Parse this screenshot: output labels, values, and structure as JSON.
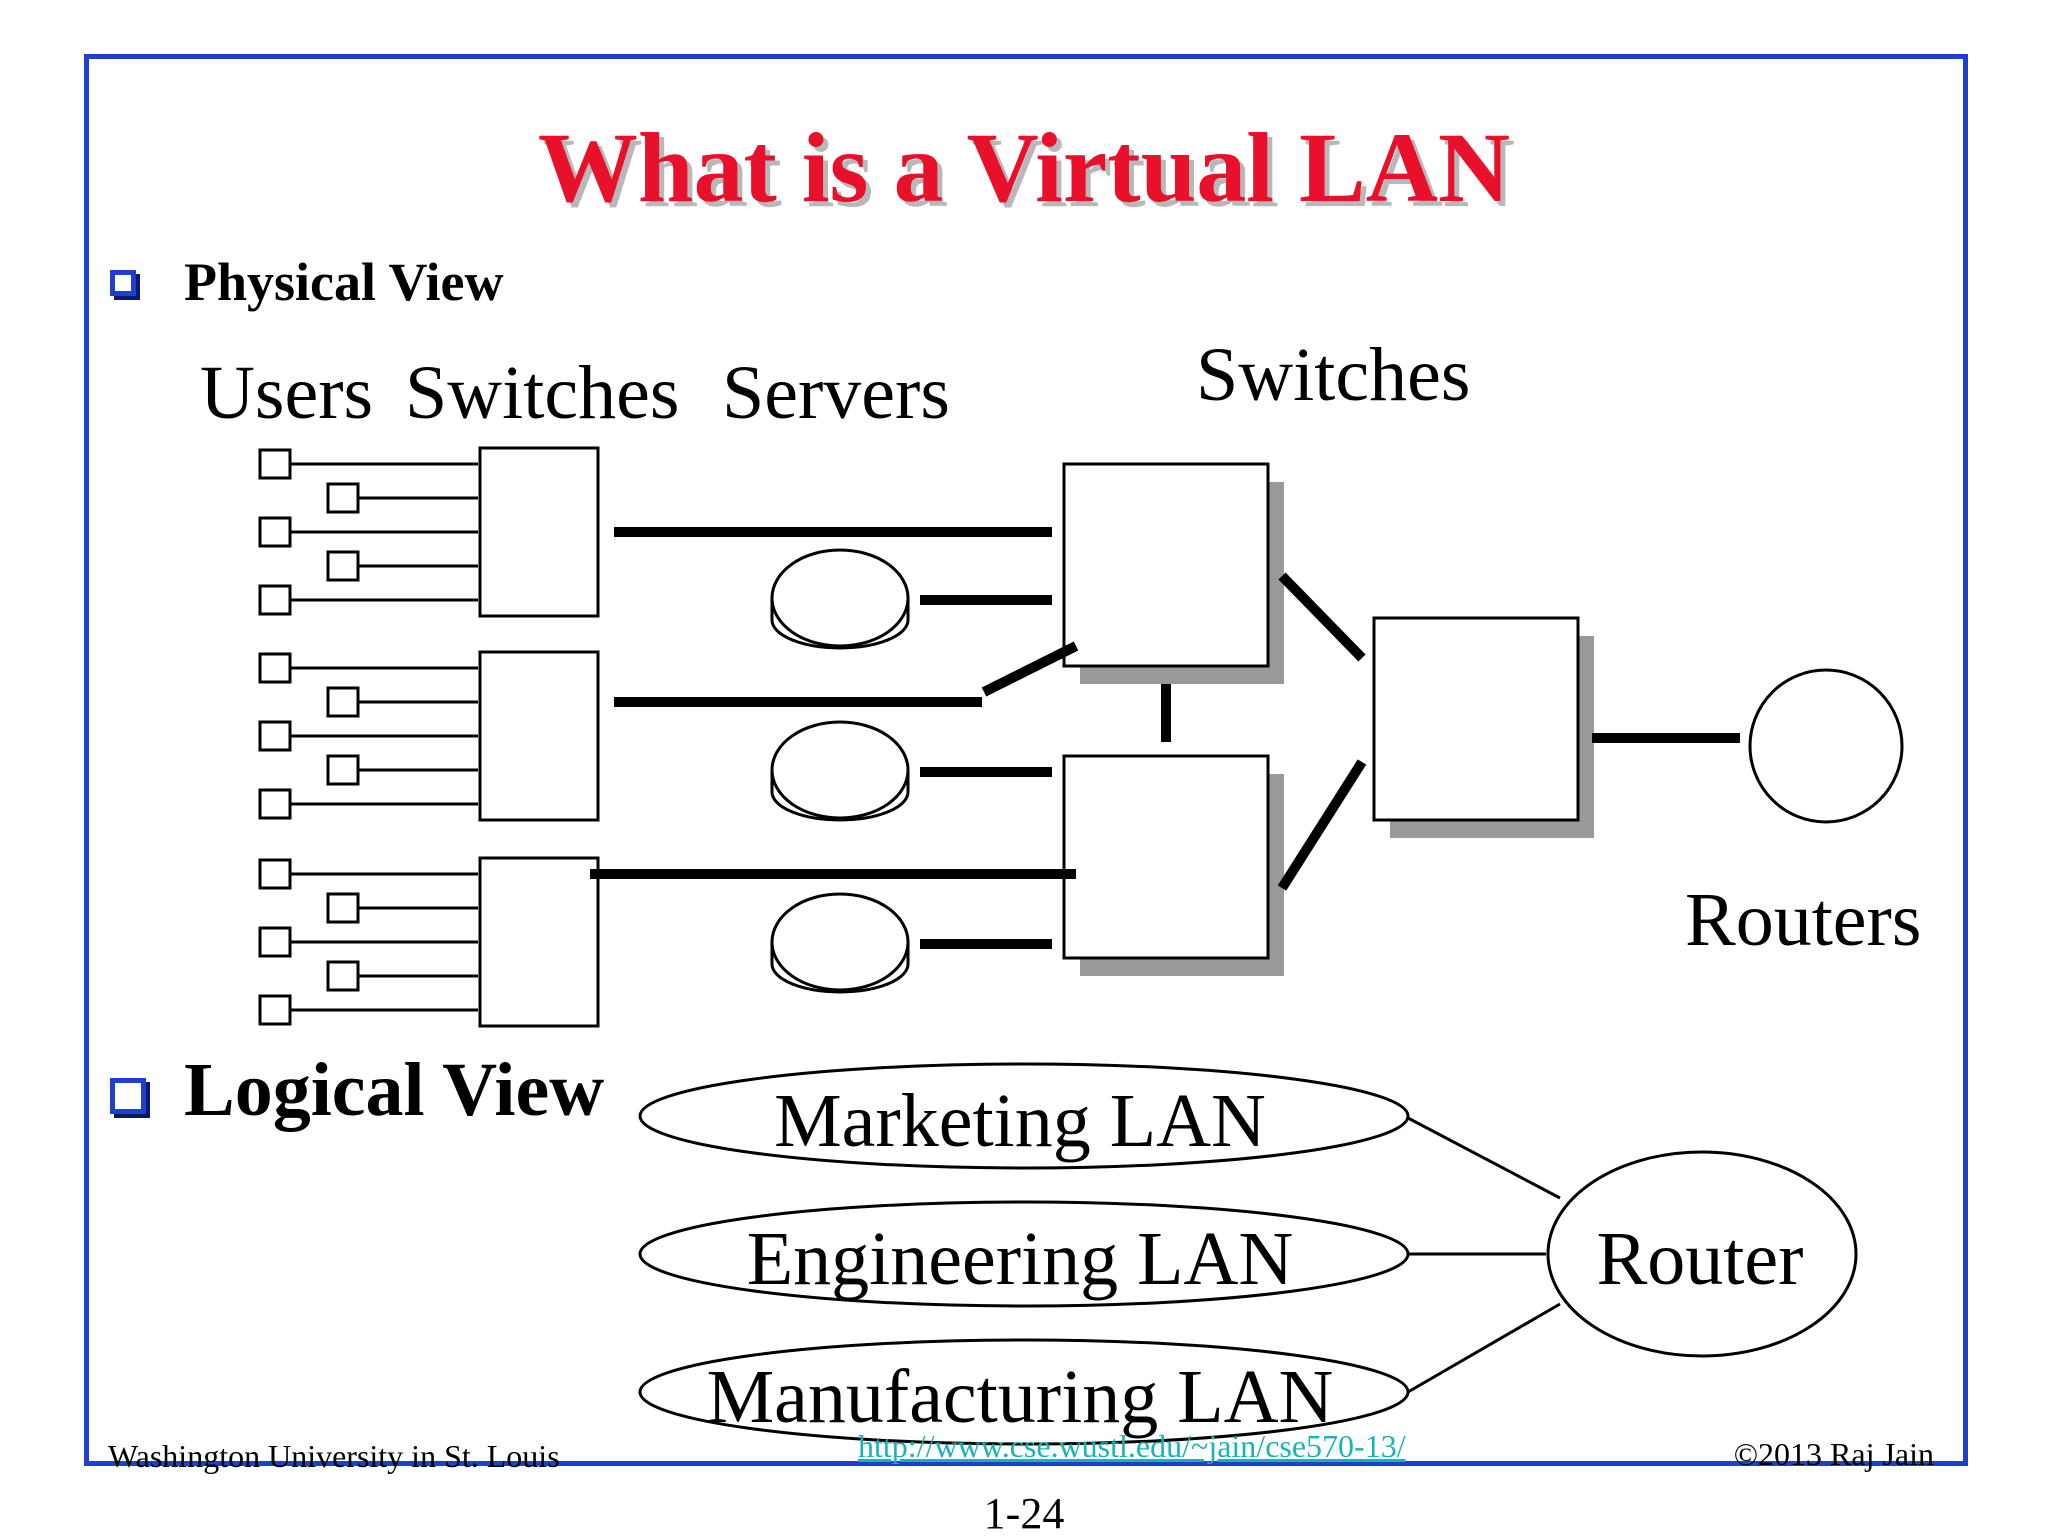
{
  "title": "What is a Virtual LAN",
  "physical_view": {
    "bullet": "Physical View",
    "labels": {
      "users": "Users",
      "switches_left": "Switches",
      "servers": "Servers",
      "switches_right": "Switches",
      "routers": "Routers"
    }
  },
  "logical_view": {
    "bullet": "Logical View",
    "lans": [
      "Marketing LAN",
      "Engineering LAN",
      "Manufacturing LAN"
    ],
    "router": "Router"
  },
  "footer": {
    "left": "Washington University in St. Louis",
    "link": "http://www.cse.wustl.edu/~jain/cse570-13/",
    "right": "©2013 Raj Jain"
  },
  "page_number": "1-24",
  "colors": {
    "title": "#e8102a",
    "frame": "#1f3fcf",
    "link": "#18b4b4"
  }
}
